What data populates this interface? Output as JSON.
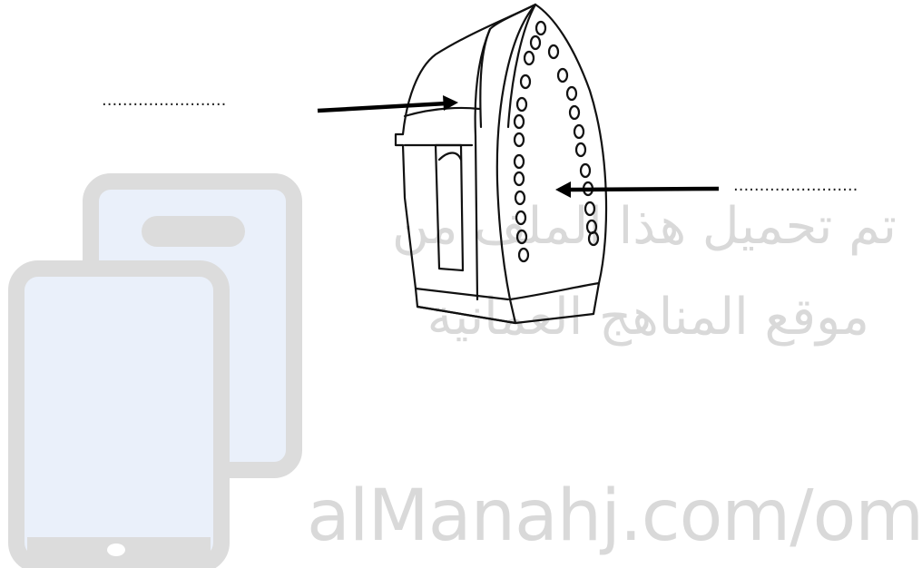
{
  "watermark": {
    "line1": "تم تحميل هذا الملف من",
    "line2": "موقع المناهج العمانية",
    "site": "alManahj.com/om",
    "color": "#d9d9d9",
    "tablet_fill": "#e8eef8",
    "icon": "tablet-devices-icon"
  },
  "diagram": {
    "subject": "iron-icon",
    "labels": {
      "left_blank": "........................",
      "right_blank": "........................"
    }
  }
}
